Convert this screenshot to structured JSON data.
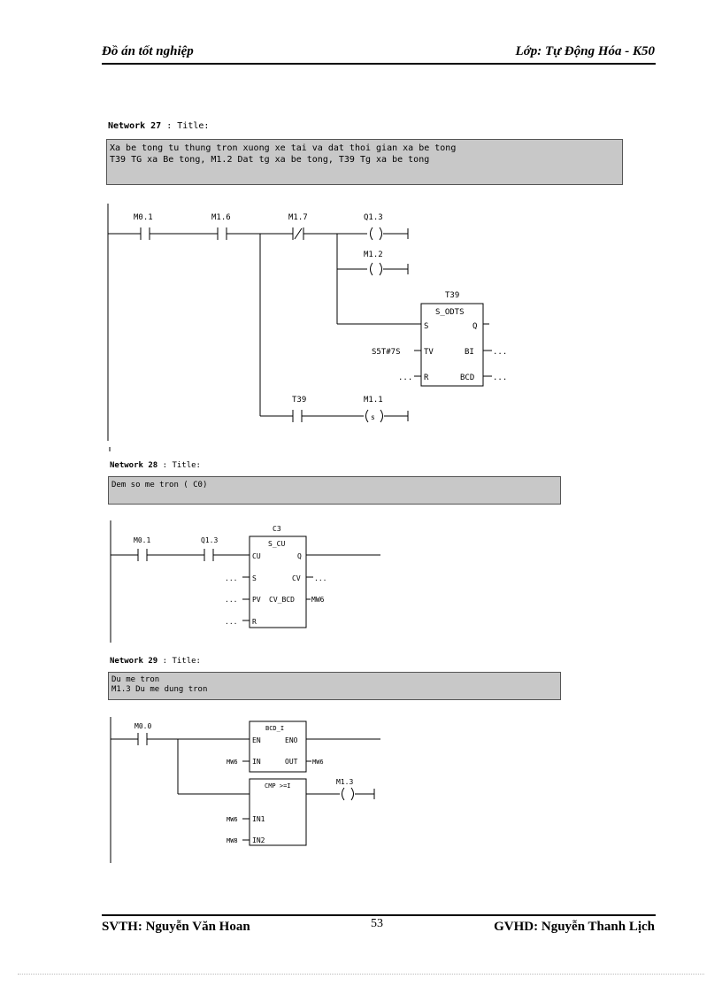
{
  "header": {
    "left": "Đồ án tốt nghiệp",
    "right": "Lớp: Tự Động Hóa - K50"
  },
  "footer": {
    "left": "SVTH:  Nguyễn Văn Hoan",
    "page": "53",
    "right": "GVHD:  Nguyễn Thanh  Lịch"
  },
  "networks": [
    {
      "label": "Network 27",
      "title": " : Title:",
      "comment": "Xa be tong tu thung tron xuong xe tai va dat thoi gian xa be tong\nT39 TG xa Be tong, M1.2 Dat tg xa be tong, T39 Tg xa be tong",
      "contacts": [
        "M0.1",
        "M1.6",
        "M1.7",
        "T39"
      ],
      "coils": [
        "Q1.3",
        "M1.2",
        "M1.1"
      ],
      "coil_symbols": [
        "( )",
        "( )",
        "(S)"
      ],
      "timer": {
        "name": "T39",
        "type": "S_ODTS",
        "pins": [
          "S",
          "Q",
          "TV",
          "BI",
          "R",
          "BCD"
        ],
        "tv_value": "S5T#7S",
        "dots": "..."
      }
    },
    {
      "label": "Network 28",
      "title": " : Title:",
      "comment": "Dem so me tron ( C0)",
      "contacts": [
        "M0.1",
        "Q1.3"
      ],
      "counter": {
        "name": "C3",
        "type": "S_CU",
        "pins": [
          "CU",
          "Q",
          "S",
          "CV",
          "PV",
          "CV_BCD",
          "R"
        ],
        "out": "MW6",
        "dots": "..."
      }
    },
    {
      "label": "Network 29",
      "title": " : Title:",
      "comment": "Du me tron\nM1.3 Du me dung tron",
      "contacts": [
        "M0.0"
      ],
      "bcd": {
        "type": "BCD_I",
        "pins": [
          "EN",
          "ENO",
          "IN",
          "OUT"
        ],
        "in": "MW6",
        "out": "MW6"
      },
      "cmp": {
        "type": "CMP >=I",
        "pins": [
          "IN1",
          "IN2"
        ],
        "in1": "MW6",
        "in2": "MW8"
      },
      "coils": [
        "M1.3"
      ],
      "coil_symbols": [
        "( )"
      ]
    }
  ]
}
